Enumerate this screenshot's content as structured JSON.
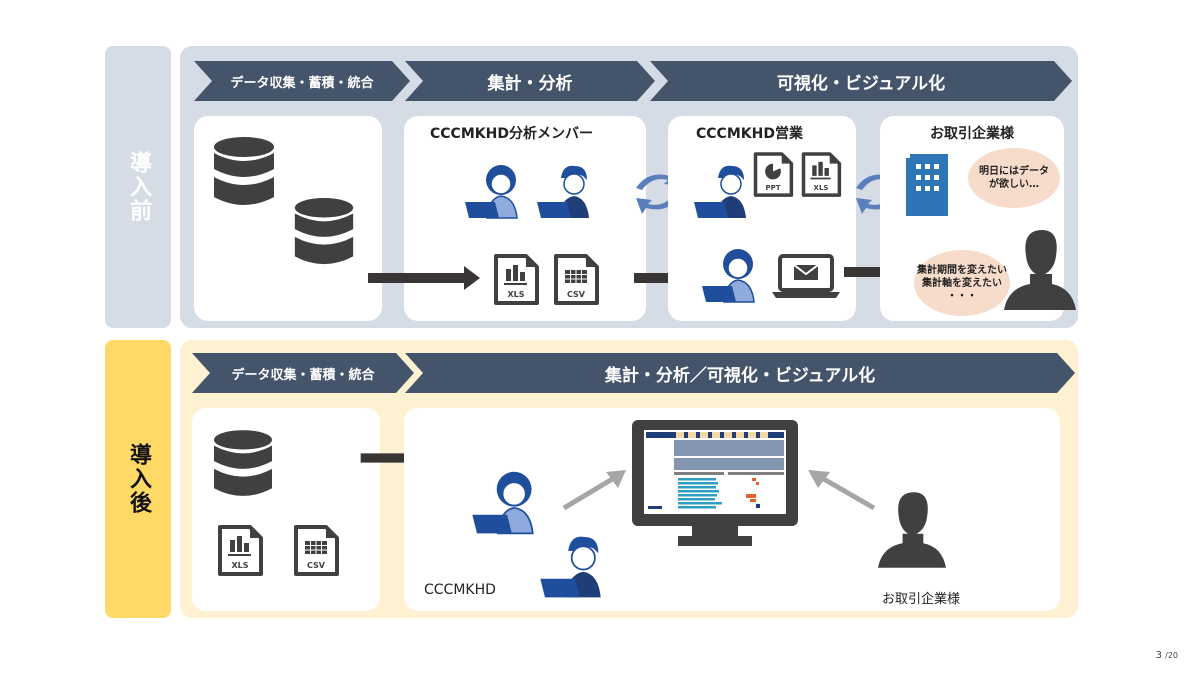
{
  "before": {
    "side_label": "導入前",
    "stages": [
      "データ収集・蓄積・統合",
      "集計・分析",
      "可視化・ビジュアル化"
    ],
    "cards": {
      "analysis_title": "CCCMKHD分析メンバー",
      "sales_title": "CCCMKHD営業",
      "client_title": "お取引企業様"
    },
    "files": {
      "xls": "XLS",
      "csv": "CSV",
      "ppt": "PPT"
    },
    "bubble_top": "明日にはデータ\nが欲しい…",
    "bubble_bottom": "集計期間を変えたい\n集計軸を変えたい\n・・・"
  },
  "after": {
    "side_label": "導入後",
    "stages": [
      "データ収集・蓄積・統合",
      "集計・分析／可視化・ビジュアル化"
    ],
    "files": {
      "xls": "XLS",
      "csv": "CSV"
    },
    "company_label": "CCCMKHD",
    "client_label": "お取引企業様"
  },
  "page": {
    "current": "3",
    "total": "/20"
  },
  "colors": {
    "before_panel": "#d6dce5",
    "after_panel": "#fdf1d2",
    "after_side": "#ffd966",
    "chevron": "#44546a",
    "person_blue": "#1f4e9c",
    "icon_gray": "#404040",
    "cycle_arrow": "#5b7fbd",
    "building": "#2e75b6"
  }
}
